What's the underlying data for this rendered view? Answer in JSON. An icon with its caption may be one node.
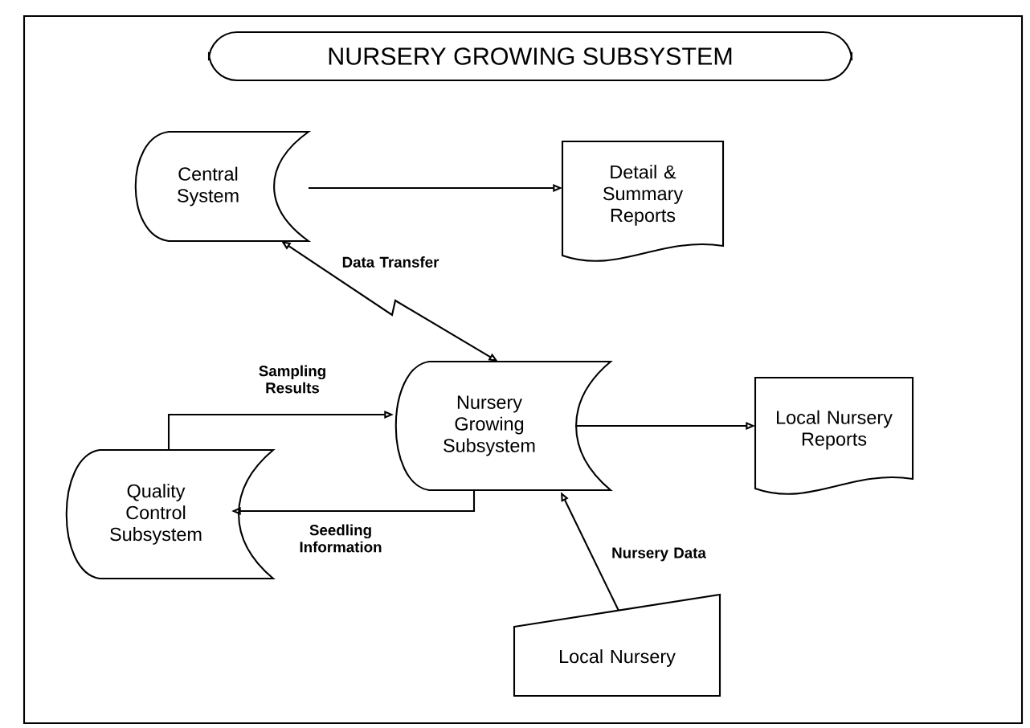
{
  "diagram": {
    "title": "NURSERY GROWING SUBSYSTEM",
    "nodes": [
      {
        "text": [
          "Central System"
        ]
      },
      {
        "text": [
          "Detail & Summary Reports"
        ]
      },
      {
        "text": [
          "Nursery Growing Subsystem"
        ]
      },
      {
        "text": [
          "Local Nursery Reports"
        ]
      },
      {
        "text": [
          "Quality Control Subsystem"
        ]
      },
      {
        "text": [
          "Local Nursery"
        ]
      }
    ],
    "edges": [
      {
        "from": 0,
        "to": 1,
        "arrow": "to"
      },
      {
        "from": 0,
        "to": 2,
        "arrow": "both",
        "label": "Data Transfer"
      },
      {
        "from": 4,
        "to": 2,
        "arrow": "to",
        "label": "Sampling Results"
      },
      {
        "from": 2,
        "to": 4,
        "arrow": "to",
        "label": "Seedling Information"
      },
      {
        "from": 2,
        "to": 3,
        "arrow": "to"
      },
      {
        "from": 5,
        "to": 2,
        "arrow": "to",
        "label": "Nursery Data"
      }
    ]
  }
}
